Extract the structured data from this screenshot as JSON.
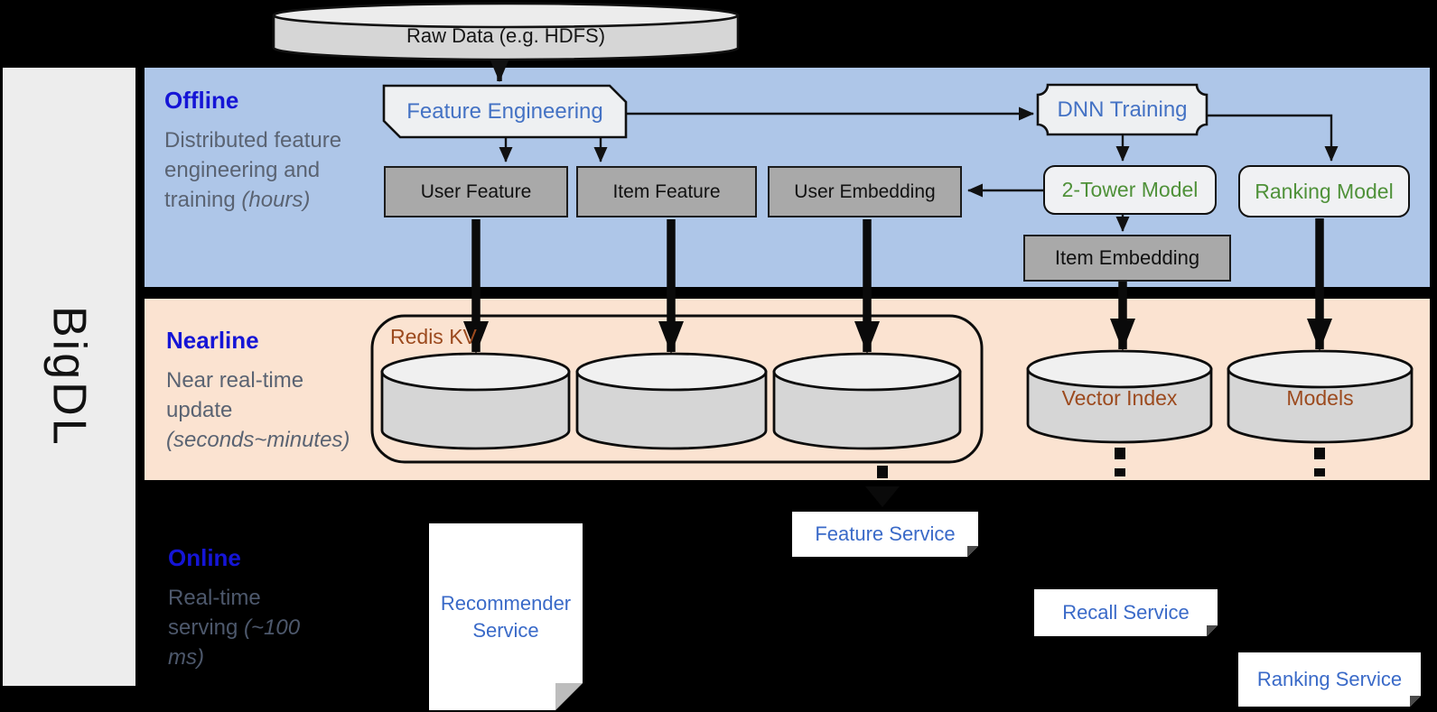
{
  "brand": {
    "name": "BigDL"
  },
  "sections": {
    "offline": {
      "title": "Offline",
      "desc": "Distributed feature engineering and training",
      "desc_italic": "(hours)"
    },
    "nearline": {
      "title": "Nearline",
      "desc": "Near real-time update",
      "desc_italic": "(seconds~minutes)"
    },
    "online": {
      "title": "Online",
      "desc": "Real-time serving",
      "desc_italic": "(~100 ms)"
    }
  },
  "nodes": {
    "raw_data": {
      "label": "Raw Data (e.g. HDFS)"
    },
    "feature_engineering": {
      "label": "Feature Engineering"
    },
    "dnn_training": {
      "label": "DNN Training"
    },
    "user_feature": {
      "label": "User Feature"
    },
    "item_feature": {
      "label": "Item Feature"
    },
    "user_embedding": {
      "label": "User Embedding"
    },
    "two_tower_model": {
      "label": "2-Tower Model"
    },
    "ranking_model": {
      "label": "Ranking Model"
    },
    "item_embedding": {
      "label": "Item Embedding"
    },
    "redis_kv": {
      "label": "Redis KV"
    },
    "vector_index": {
      "label": "Vector Index"
    },
    "models": {
      "label": "Models"
    },
    "recommender_service": {
      "label": "Recommender Service"
    },
    "feature_service": {
      "label": "Feature Service"
    },
    "recall_service": {
      "label": "Recall Service"
    },
    "ranking_service": {
      "label": "Ranking Service"
    }
  },
  "colors": {
    "offline_band": "#aec6e8",
    "nearline_band": "#fbe3d1",
    "background": "#000000",
    "section_header_blue": "#1515d6",
    "section_desc_gray": "#5a6372",
    "node_text_blue": "#4472c4",
    "node_text_green": "#4f9139",
    "storage_text_brown": "#9c4a1e",
    "service_text_blue": "#3a6ac8",
    "gray_box_fill": "#a9a9a9",
    "light_box_fill": "#f0f1f3",
    "cylinder_fill": "#d6d6d6"
  }
}
